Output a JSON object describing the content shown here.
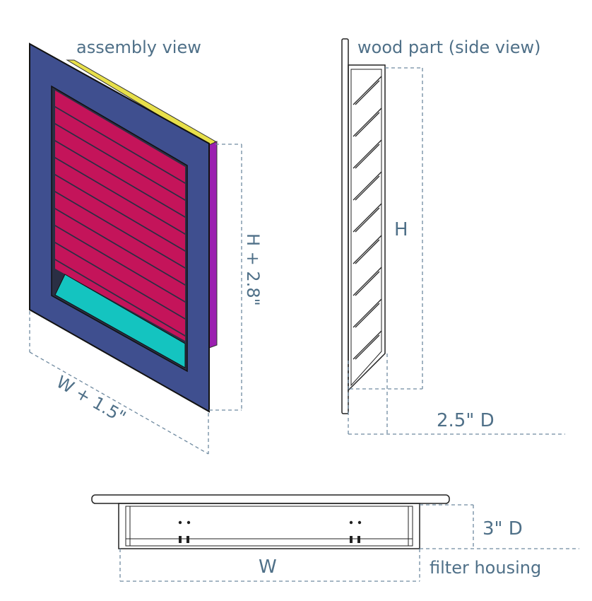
{
  "labels": {
    "assembly_view": "assembly view",
    "wood_part": "wood part (side view)",
    "h_plus": "H + 2.8\"",
    "w_plus": "W + 1.5\"",
    "h": "H",
    "depth_wood": "2.5\" D",
    "depth_filter": "3\" D",
    "w": "W",
    "filter_housing": "filter housing"
  },
  "colors": {
    "frame": "#3f4f8f",
    "louver": "#c4145a",
    "filter": "#14c4c0",
    "edge_purple": "#9b1fb0",
    "edge_yellow": "#e8e04a",
    "label": "#4f7088",
    "dimension_line": "#6f8aa0"
  }
}
